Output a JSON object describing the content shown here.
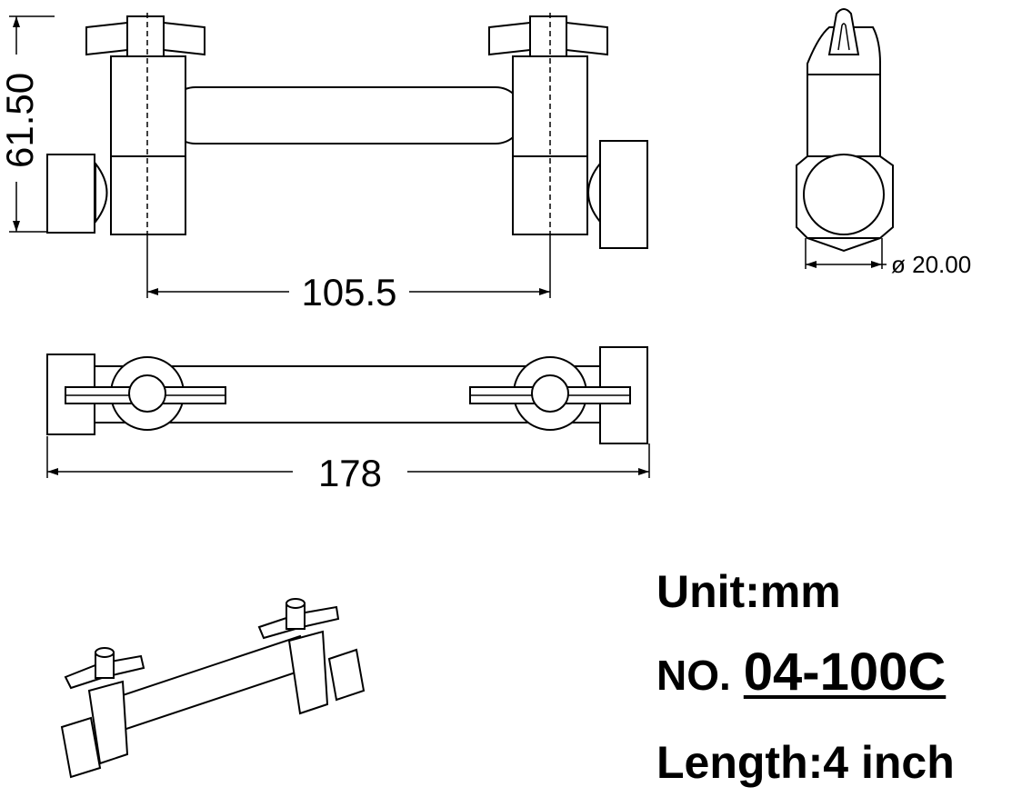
{
  "dimensions": {
    "height": "61.50",
    "center_distance": "105.5",
    "total_length": "178",
    "diameter": "ø 20.00"
  },
  "info": {
    "unit": "Unit:mm",
    "model_label": "NO.",
    "model_number": "04-100C",
    "length": "Length:4 inch"
  }
}
